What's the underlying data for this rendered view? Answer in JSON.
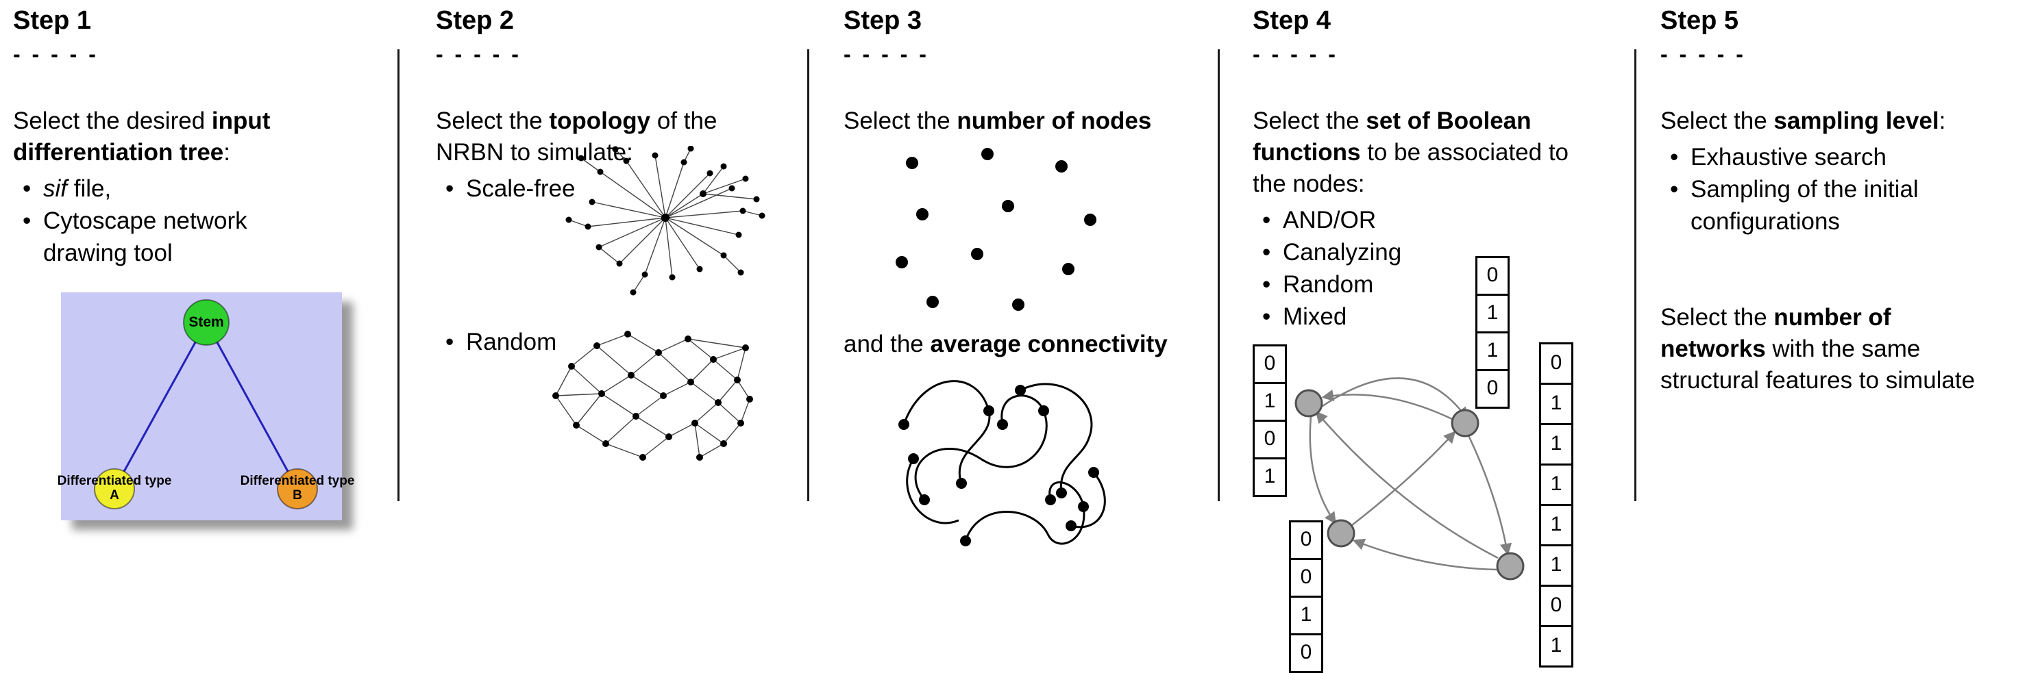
{
  "ui": {
    "bullet": "•"
  },
  "steps": [
    {
      "title": "Step 1",
      "dashes": "- - - - -",
      "intro": [
        {
          "t": "Select the desired "
        },
        {
          "t": "input",
          "b": true
        },
        {
          "br": true
        },
        {
          "t": "differentiation tree",
          "b": true
        },
        {
          "t": ":"
        }
      ],
      "bullets": [
        [
          {
            "t": "sif",
            "i": true
          },
          {
            "t": " file,"
          }
        ],
        [
          {
            "t": "Cytoscape network"
          },
          {
            "br": true
          },
          {
            "t": "drawing tool"
          }
        ]
      ],
      "tree": {
        "stem_label": "Stem",
        "node_a_label": "Differentiated type A",
        "node_b_label": "Differentiated type B",
        "background": "#c9c9f6",
        "stem_color": "#2ed02e",
        "node_a_color": "#f0ee2a",
        "node_b_color": "#ef9b27",
        "edge_color": "#2222bb"
      }
    },
    {
      "title": "Step 2",
      "dashes": "- - - - -",
      "intro": [
        {
          "t": "Select the "
        },
        {
          "t": "topology",
          "b": true
        },
        {
          "t": " of the"
        },
        {
          "br": true
        },
        {
          "t": "NRBN to simulate:"
        }
      ],
      "bullets": [
        [
          {
            "t": "Scale-free"
          }
        ],
        [
          {
            "t": "Random"
          }
        ]
      ]
    },
    {
      "title": "Step 3",
      "dashes": "- - - - -",
      "intro": [
        {
          "t": "Select the "
        },
        {
          "t": "number of nodes",
          "b": true
        }
      ],
      "intro2": [
        {
          "t": "and the "
        },
        {
          "t": "average connectivity",
          "b": true
        }
      ]
    },
    {
      "title": "Step 4",
      "dashes": "- - - - -",
      "intro": [
        {
          "t": "Select the "
        },
        {
          "t": "set of Boolean",
          "b": true
        },
        {
          "br": true
        },
        {
          "t": "functions",
          "b": true
        },
        {
          "t": " to be associated to"
        },
        {
          "br": true
        },
        {
          "t": "the nodes:"
        }
      ],
      "bullets": [
        [
          {
            "t": "AND/OR"
          }
        ],
        [
          {
            "t": "Canalyzing"
          }
        ],
        [
          {
            "t": "Random"
          }
        ],
        [
          {
            "t": "Mixed"
          }
        ]
      ],
      "tables": {
        "top": [
          "0",
          "1",
          "1",
          "0"
        ],
        "left": [
          "0",
          "1",
          "0",
          "1"
        ],
        "right": [
          "0",
          "1",
          "1",
          "1",
          "1",
          "1",
          "0",
          "1"
        ],
        "bottom": [
          "0",
          "0",
          "1",
          "0"
        ]
      },
      "node_color": "#a8a8a8",
      "edge_color": "#808080"
    },
    {
      "title": "Step 5",
      "dashes": "- - - - -",
      "intro": [
        {
          "t": "Select the "
        },
        {
          "t": "sampling level",
          "b": true
        },
        {
          "t": ":"
        }
      ],
      "bullets": [
        [
          {
            "t": "Exhaustive search"
          }
        ],
        [
          {
            "t": "Sampling of the initial"
          },
          {
            "br": true
          },
          {
            "t": "configurations"
          }
        ]
      ],
      "para2": [
        {
          "t": "Select the "
        },
        {
          "t": "number of",
          "b": true
        },
        {
          "br": true
        },
        {
          "t": "networks",
          "b": true
        },
        {
          "t": " with the same"
        },
        {
          "br": true
        },
        {
          "t": "structural features to simulate"
        }
      ]
    }
  ]
}
